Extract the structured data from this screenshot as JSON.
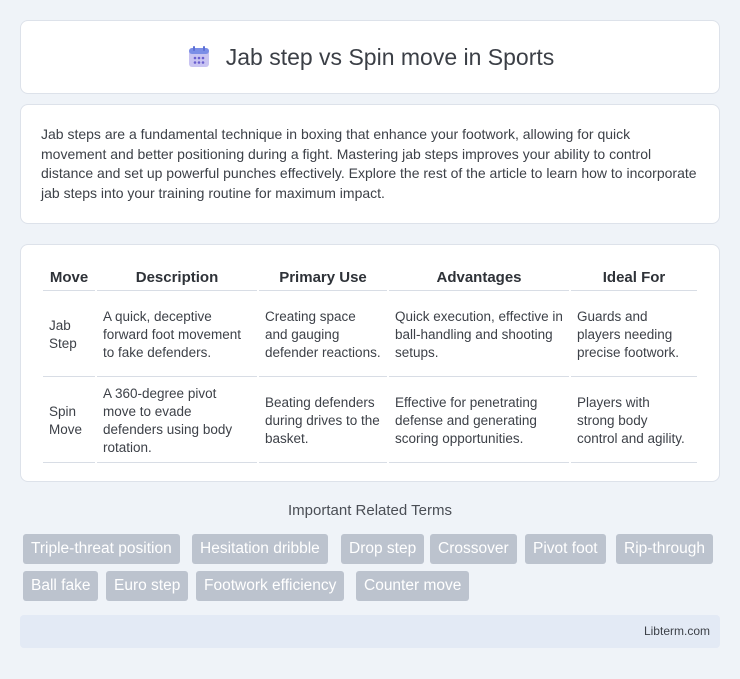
{
  "header": {
    "title": "Jab step vs Spin move in Sports",
    "icon": "calendar-icon"
  },
  "intro": {
    "text": "Jab steps are a fundamental technique in boxing that enhance your footwork, allowing for quick movement and better positioning during a fight. Mastering jab steps improves your ability to control distance and set up powerful punches effectively. Explore the rest of the article to learn how to incorporate jab steps into your training routine for maximum impact."
  },
  "table": {
    "headers": [
      "Move",
      "Description",
      "Primary Use",
      "Advantages",
      "Ideal For"
    ],
    "rows": [
      [
        "Jab Step",
        "A quick, deceptive forward foot movement to fake defenders.",
        "Creating space and gauging defender reactions.",
        "Quick execution, effective in ball-handling and shooting setups.",
        "Guards and players needing precise footwork."
      ],
      [
        "Spin Move",
        "A 360-degree pivot move to evade defenders using body rotation.",
        "Beating defenders during drives to the basket.",
        "Effective for penetrating defense and generating scoring opportunities.",
        "Players with strong body control and agility."
      ]
    ]
  },
  "related": {
    "title": "Important Related Terms",
    "tags": [
      "Triple-threat position",
      "Hesitation dribble",
      "Drop step",
      "Crossover",
      "Pivot foot",
      "Rip-through",
      "Ball fake",
      "Euro step",
      "Footwork efficiency",
      "Counter move"
    ]
  },
  "footer": {
    "text": "Libterm.com"
  },
  "colors": {
    "background": "#eff3f8",
    "tag_background": "#bcc3ce",
    "footer_background": "#e3eaf5"
  }
}
